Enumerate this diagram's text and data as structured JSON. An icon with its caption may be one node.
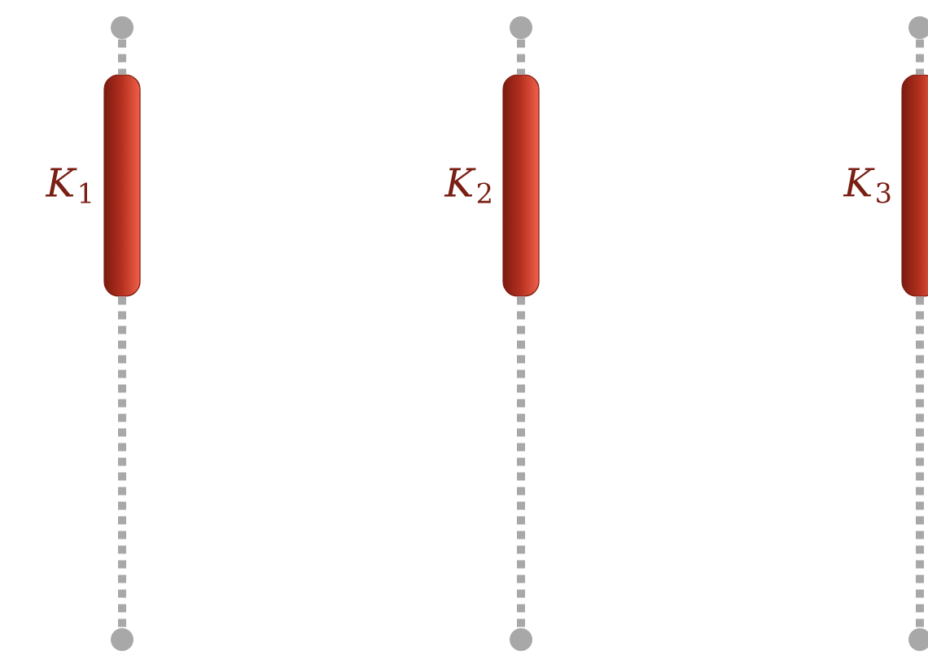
{
  "diagram": {
    "nodes": [
      {
        "text": [],
        "shape": "circle"
      },
      {
        "text": [],
        "shape": "bar",
        "beside": [
          "*K*$_{1}$"
        ]
      },
      {
        "text": [],
        "shape": "circle"
      },
      {
        "text": [],
        "shape": "circle"
      },
      {
        "text": [],
        "shape": "bar",
        "beside": [
          "*K*$_{2}$"
        ]
      },
      {
        "text": [],
        "shape": "circle"
      },
      {
        "text": [],
        "shape": "circle"
      },
      {
        "text": [],
        "shape": "bar",
        "beside": [
          "*K*$_{3}$"
        ]
      },
      {
        "text": [],
        "shape": "circle"
      }
    ],
    "edges": [
      {
        "from": 0,
        "to": 1,
        "arrow": "none",
        "style": "dashed"
      },
      {
        "from": 1,
        "to": 2,
        "arrow": "none",
        "style": "dashed"
      },
      {
        "from": 3,
        "to": 4,
        "arrow": "none",
        "style": "dashed"
      },
      {
        "from": 4,
        "to": 5,
        "arrow": "none",
        "style": "dashed"
      },
      {
        "from": 6,
        "to": 7,
        "arrow": "none",
        "style": "dashed"
      },
      {
        "from": 7,
        "to": 8,
        "arrow": "none",
        "style": "dashed"
      }
    ]
  }
}
